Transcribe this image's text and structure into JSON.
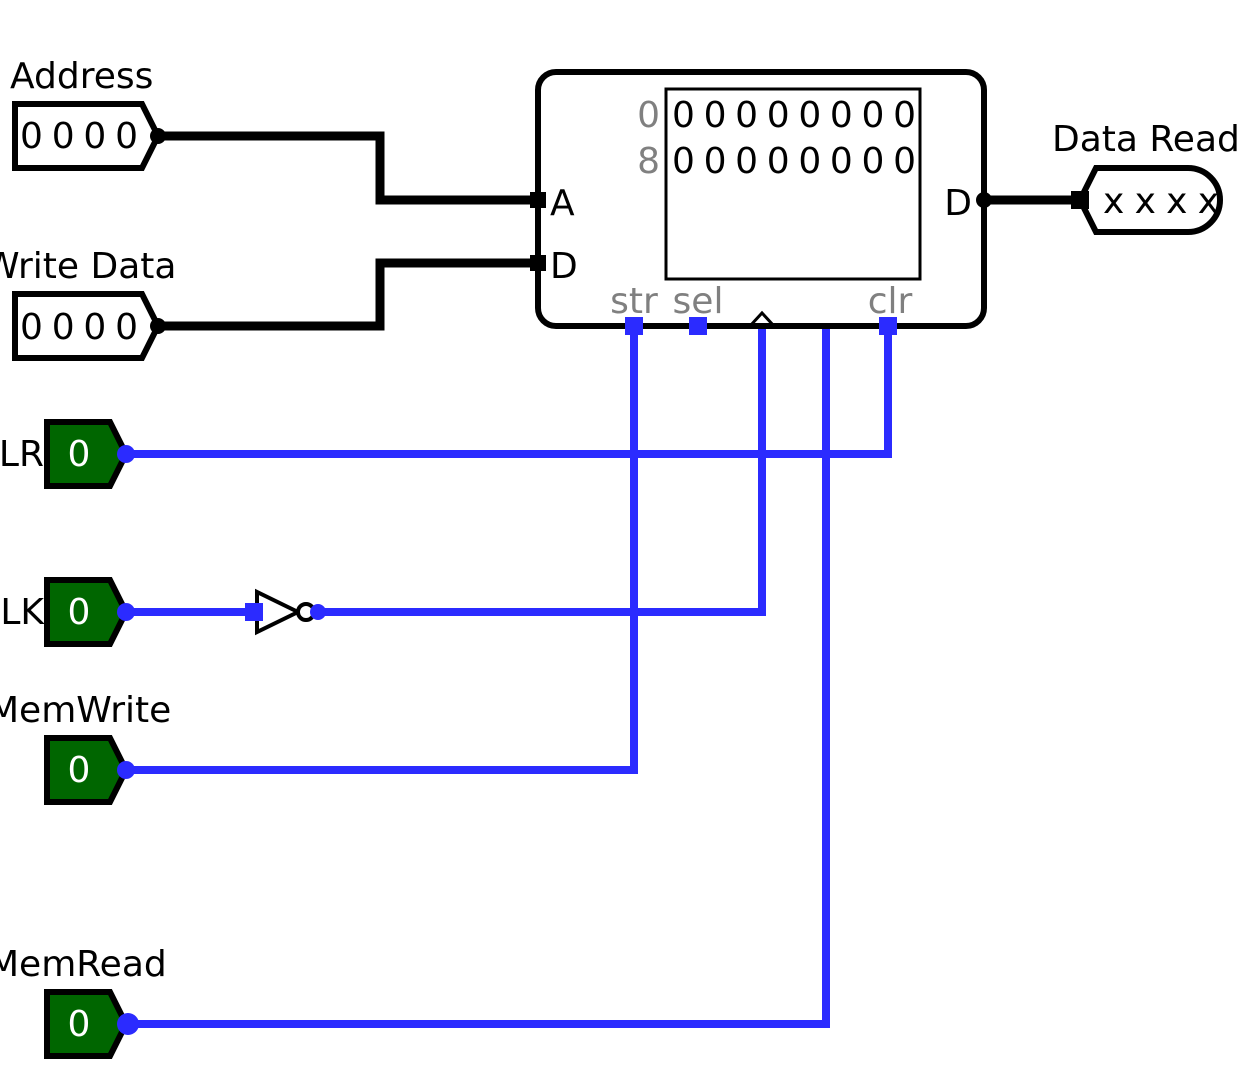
{
  "inputs": {
    "address": {
      "label": "Address",
      "value": "0 0 0 0"
    },
    "write_data": {
      "label": "Write Data",
      "value": "0 0 0 0"
    },
    "clr": {
      "label": "CLR",
      "value": "0"
    },
    "clk": {
      "label": "CLK",
      "value": "0"
    },
    "mem_write": {
      "label": "MemWrite",
      "value": "0"
    },
    "mem_read": {
      "label": "MemRead",
      "value": "0"
    }
  },
  "output": {
    "label": "Data Read",
    "value": "x x x x"
  },
  "ram": {
    "rows": [
      {
        "addr": "0",
        "data": "0 0 0 0 0 0 0 0"
      },
      {
        "addr": "8",
        "data": "0 0 0 0 0 0 0 0"
      }
    ],
    "ports": {
      "address": "A",
      "data_in": "D",
      "data_out": "D",
      "store": "str",
      "select": "sel",
      "clear": "clr"
    }
  },
  "colors": {
    "wire_bus": "#000000",
    "wire_signal": "#2b2bff",
    "pin_fill": "#006600",
    "gray_label": "#808080"
  }
}
